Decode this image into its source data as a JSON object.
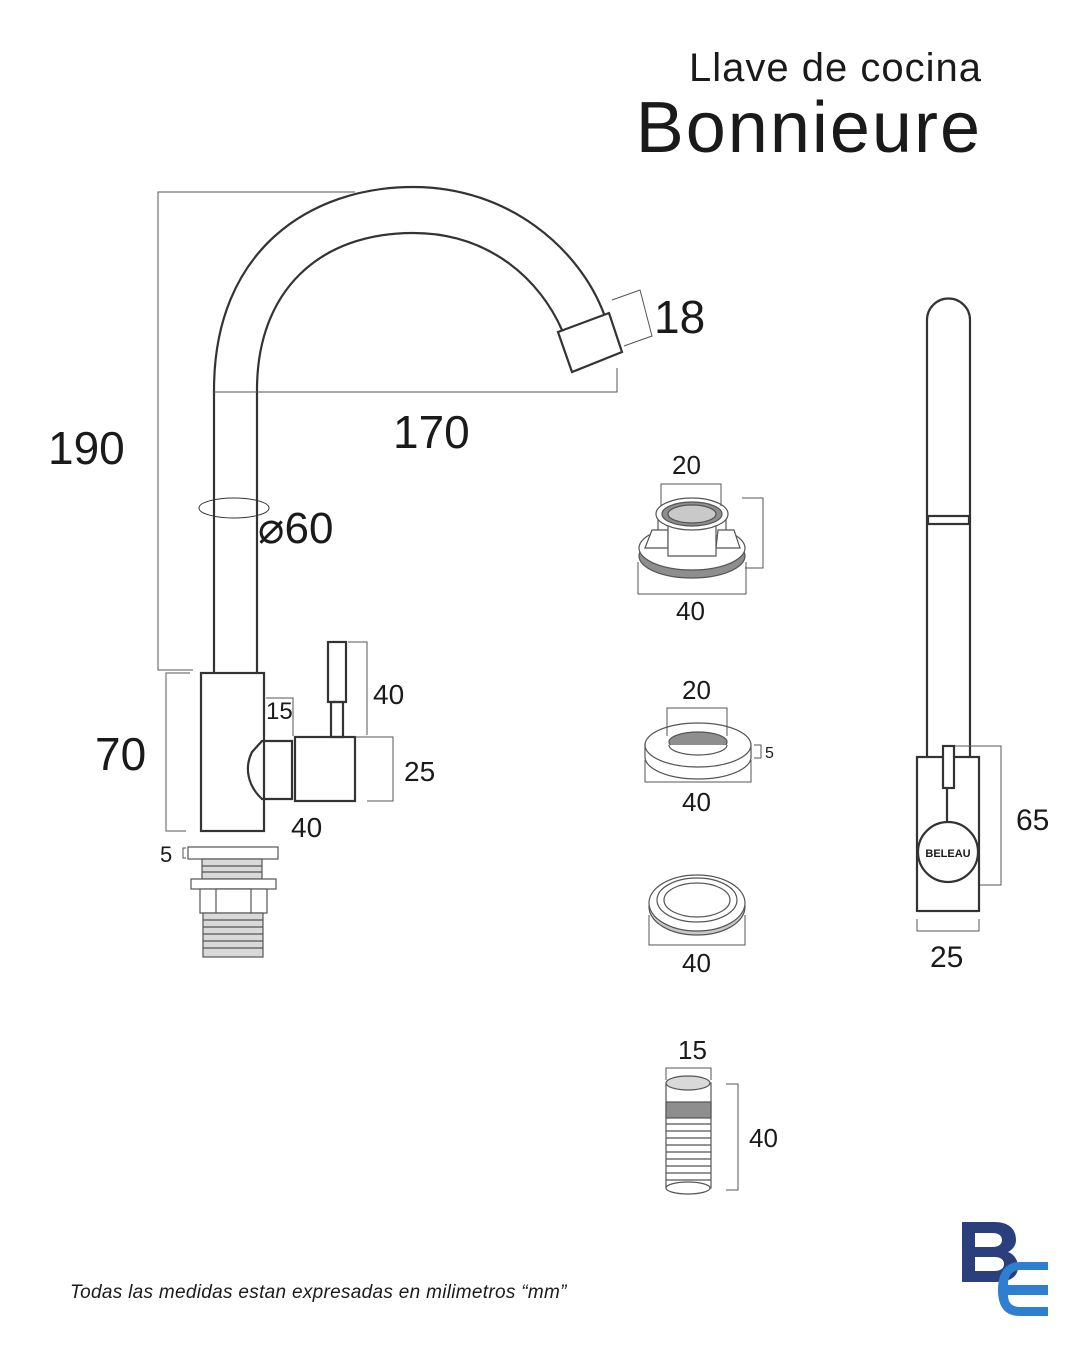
{
  "header": {
    "subtitle": "Llave de cocina",
    "title": "Bonnieure"
  },
  "dimensions": {
    "spout_height": "190",
    "spout_reach": "170",
    "outlet": "18",
    "diameter": "⌀60",
    "body_height": "70",
    "lever_height": "40",
    "lever_width": "15",
    "handle_height": "25",
    "handle_width": "40",
    "gasket_thickness": "5",
    "nut_inner": "20",
    "nut_outer": "40",
    "washer_inner": "20",
    "washer_thickness": "5",
    "washer_outer": "40",
    "ring_outer": "40",
    "rod_width": "15",
    "rod_length": "40",
    "side_body_height": "65",
    "side_body_width": "25"
  },
  "brand_label": "BELEAU",
  "footnote": "Todas las medidas estan expresadas en milimetros “mm”",
  "colors": {
    "line": "#333333",
    "logo_dark": "#2b3f7d",
    "logo_light": "#2f7fd0",
    "gray_fill": "#8e8e8e"
  }
}
